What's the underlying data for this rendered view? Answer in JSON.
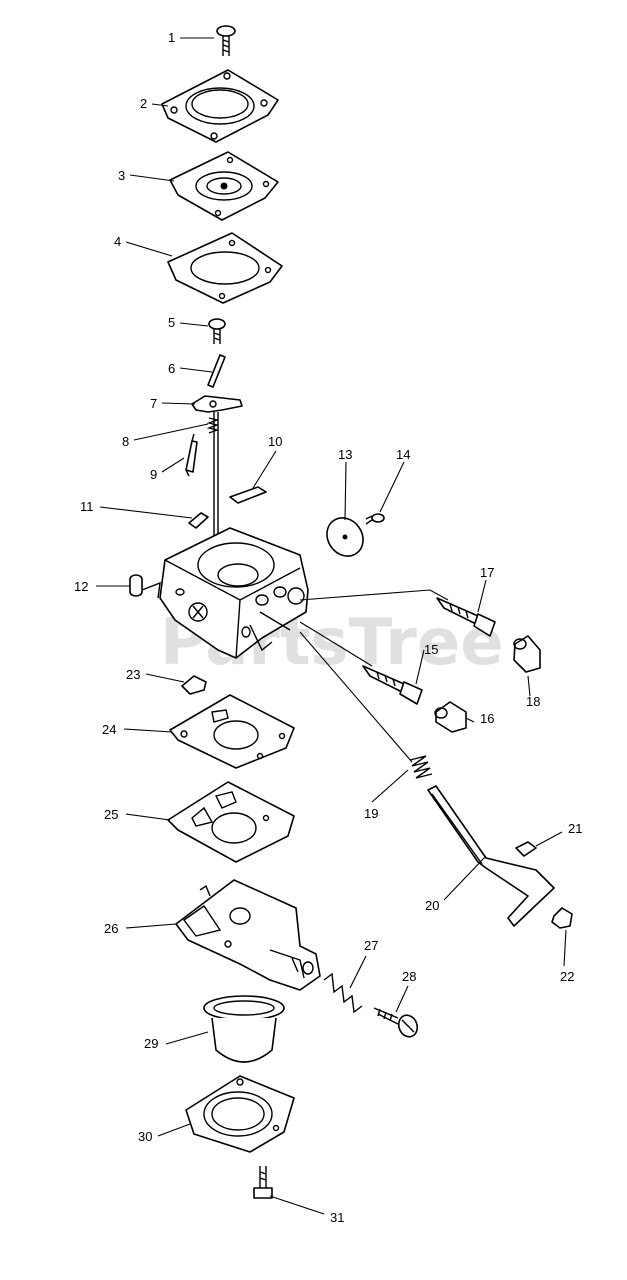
{
  "watermark": "PartsTree",
  "labels": [
    "1",
    "2",
    "3",
    "4",
    "5",
    "6",
    "7",
    "8",
    "9",
    "10",
    "11",
    "12",
    "13",
    "14",
    "15",
    "16",
    "17",
    "18",
    "19",
    "20",
    "21",
    "22",
    "23",
    "24",
    "25",
    "26",
    "27",
    "28",
    "29",
    "30",
    "31"
  ]
}
